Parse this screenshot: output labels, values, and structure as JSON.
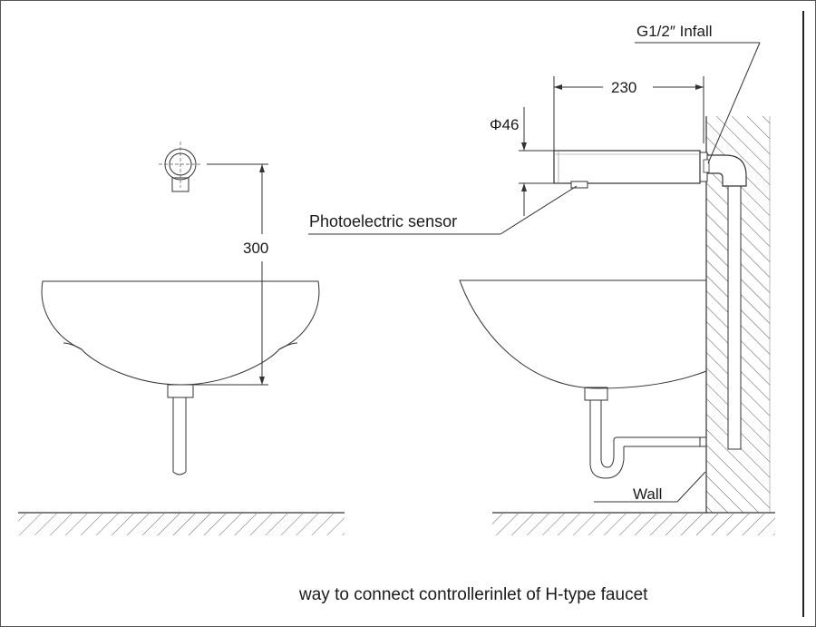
{
  "labels": {
    "infall": "G1/2″ Infall",
    "length": "230",
    "diameter": "Φ46",
    "sensor": "Photoelectric sensor",
    "height": "300",
    "wall": "Wall",
    "caption": "way to connect controllerinlet of H-type faucet"
  }
}
